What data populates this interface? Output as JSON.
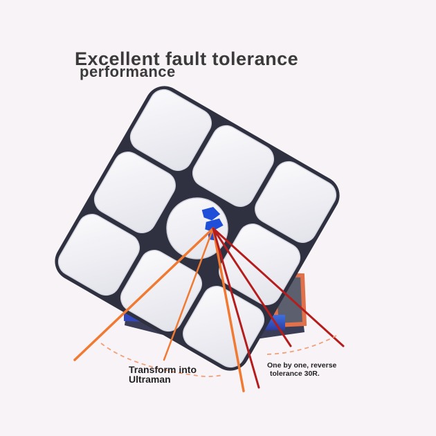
{
  "headline": {
    "line1": "Excellent fault tolerance",
    "line2": "performance"
  },
  "annotations": {
    "left_line1": "Transform into",
    "left_line2": "Ultraman",
    "right_line1": "One by one, reverse",
    "right_line2": "tolerance 30R."
  },
  "logo": "gan-logo",
  "colors": {
    "background": "#f8f3f6",
    "tile": "#f2f1f6",
    "blue_side": "#3b55c8",
    "orange_line": "#f07a32",
    "red_line": "#b51d1d"
  }
}
